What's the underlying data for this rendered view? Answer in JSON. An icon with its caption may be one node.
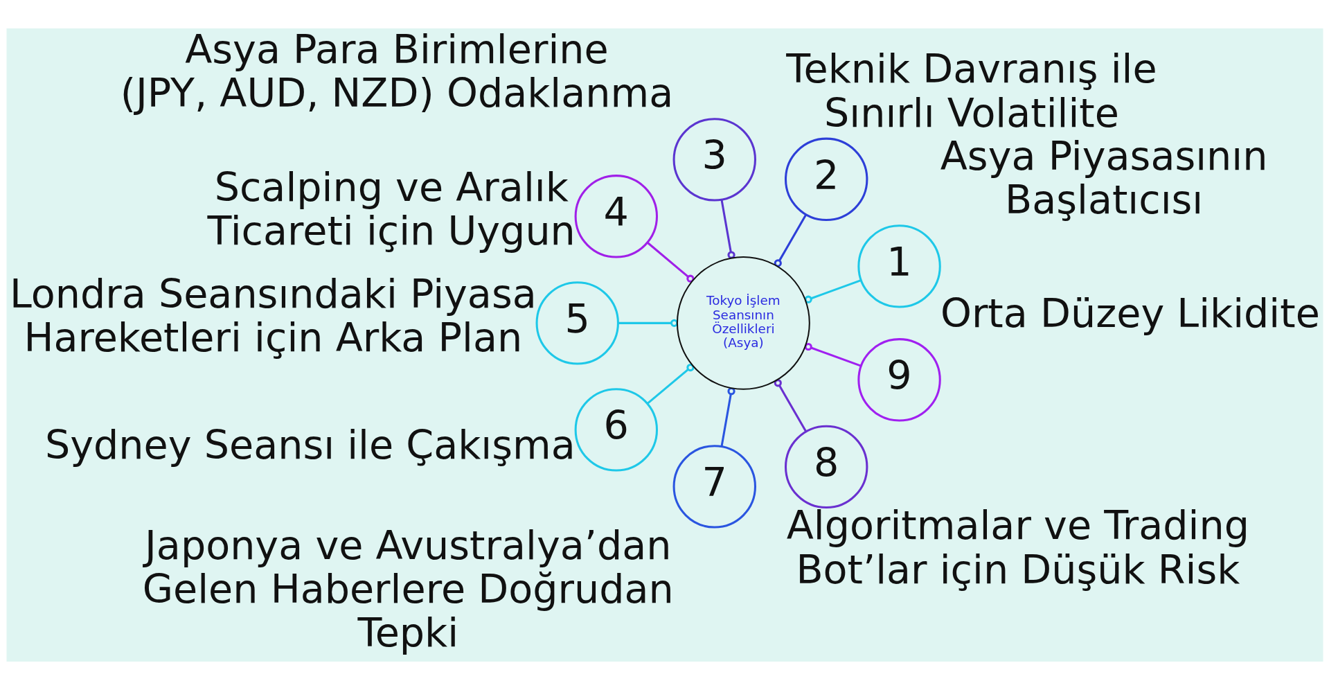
{
  "diagram": {
    "nodes": [
      {
        "text": [
          "Tokyo İşlem Seansının Özellikleri (Asya)"
        ]
      },
      {
        "text": [
          "1"
        ],
        "beside": [
          "Asya Piyasasının Başlatıcısı"
        ]
      },
      {
        "text": [
          "2"
        ],
        "beside": [
          "Teknik Davranış ile Sınırlı Volatilite"
        ]
      },
      {
        "text": [
          "3"
        ],
        "beside": [
          "Asya Para Birimlerine (JPY, AUD, NZD) Odaklanma"
        ]
      },
      {
        "text": [
          "4"
        ],
        "beside": [
          "Scalping ve Aralık Ticareti için Uygun"
        ]
      },
      {
        "text": [
          "5"
        ],
        "beside": [
          "Londra Seansındaki Piyasa Hareketleri için Arka Plan"
        ]
      },
      {
        "text": [
          "6"
        ],
        "beside": [
          "Sydney Seansı ile Çakışma"
        ]
      },
      {
        "text": [
          "7"
        ],
        "beside": [
          "Japonya ve Avustralya’dan Gelen Haberlere Doğrudan Tepki"
        ]
      },
      {
        "text": [
          "8"
        ],
        "beside": [
          "Algoritmalar ve Trading Bot’lar için Düşük Risk"
        ]
      },
      {
        "text": [
          "9"
        ],
        "beside": [
          "Orta Düzey Likidite"
        ]
      }
    ],
    "edges": [
      {
        "from": 0,
        "to": 1,
        "arrow": "other",
        "color": "#1ec8e8"
      },
      {
        "from": 0,
        "to": 2,
        "arrow": "other",
        "color": "#2d3fd8"
      },
      {
        "from": 0,
        "to": 3,
        "arrow": "other",
        "color": "#5b35d0"
      },
      {
        "from": 0,
        "to": 4,
        "arrow": "other",
        "color": "#a020e8"
      },
      {
        "from": 0,
        "to": 5,
        "arrow": "other",
        "color": "#1ec8e8"
      },
      {
        "from": 0,
        "to": 6,
        "arrow": "other",
        "color": "#1ec8e8"
      },
      {
        "from": 0,
        "to": 7,
        "arrow": "other",
        "color": "#2a55e0"
      },
      {
        "from": 0,
        "to": 8,
        "arrow": "other",
        "color": "#6a30d0"
      },
      {
        "from": 0,
        "to": 9,
        "arrow": "other",
        "color": "#a020f0"
      }
    ]
  }
}
